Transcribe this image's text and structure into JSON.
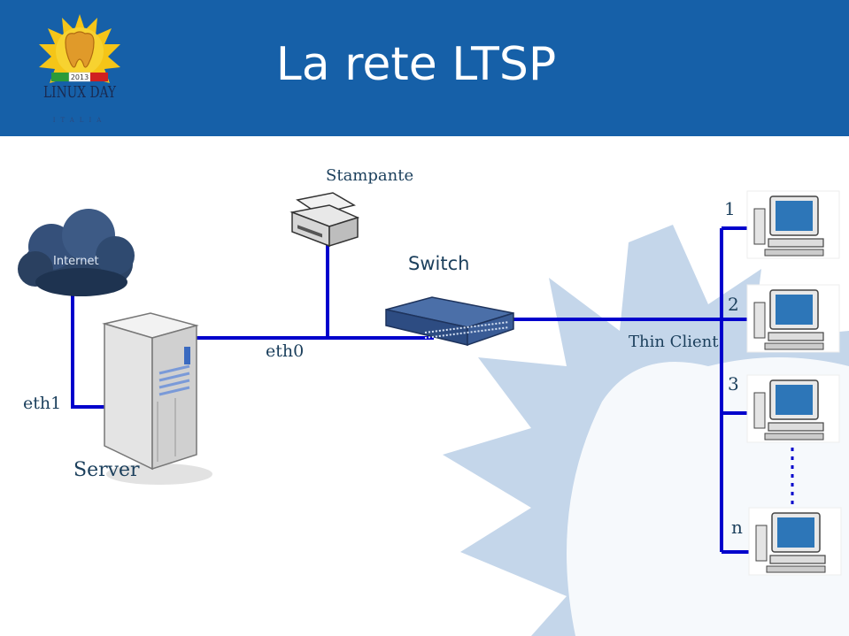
{
  "slide": {
    "title": "La rete LTSP",
    "logo": {
      "text": "LINUX DAY",
      "sub": "ITALIA",
      "year": "2013"
    }
  },
  "diagram": {
    "nodes": {
      "printer": "Stampante",
      "internet": "Internet",
      "switch": "Switch",
      "server": "Server",
      "thin_client": "Thin Client"
    },
    "interfaces": {
      "eth0": "eth0",
      "eth1": "eth1"
    },
    "clients": [
      {
        "label": "1"
      },
      {
        "label": "2"
      },
      {
        "label": "3"
      },
      {
        "label": "n"
      }
    ],
    "colors": {
      "link": "#0000cc",
      "header": "#1660a8",
      "watermark": "#c4d6ea"
    }
  }
}
